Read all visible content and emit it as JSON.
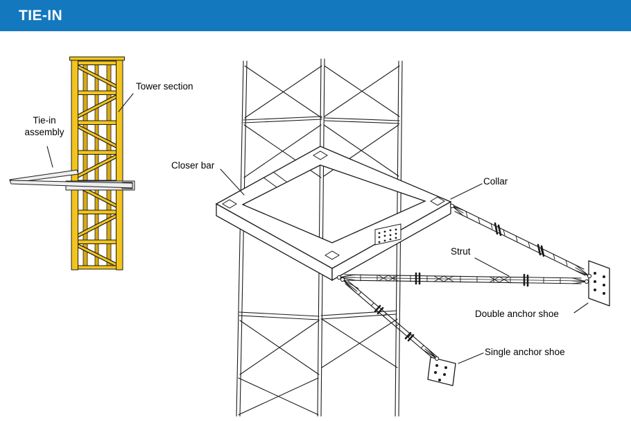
{
  "header": {
    "title": "TIE-IN"
  },
  "colors": {
    "header_bg": "#1478BE",
    "tower_yellow": "#F2C41D",
    "tower_yellow_dark": "#D9A912",
    "line_ink": "#1A1A1A",
    "background": "#FFFFFF"
  },
  "labels": {
    "tower_section": "Tower section",
    "tie_in_assembly": "Tie-in\nassembly",
    "closer_bar": "Closer bar",
    "collar": "Collar",
    "strut": "Strut",
    "double_anchor_shoe": "Double anchor shoe",
    "single_anchor_shoe": "Single anchor shoe"
  }
}
